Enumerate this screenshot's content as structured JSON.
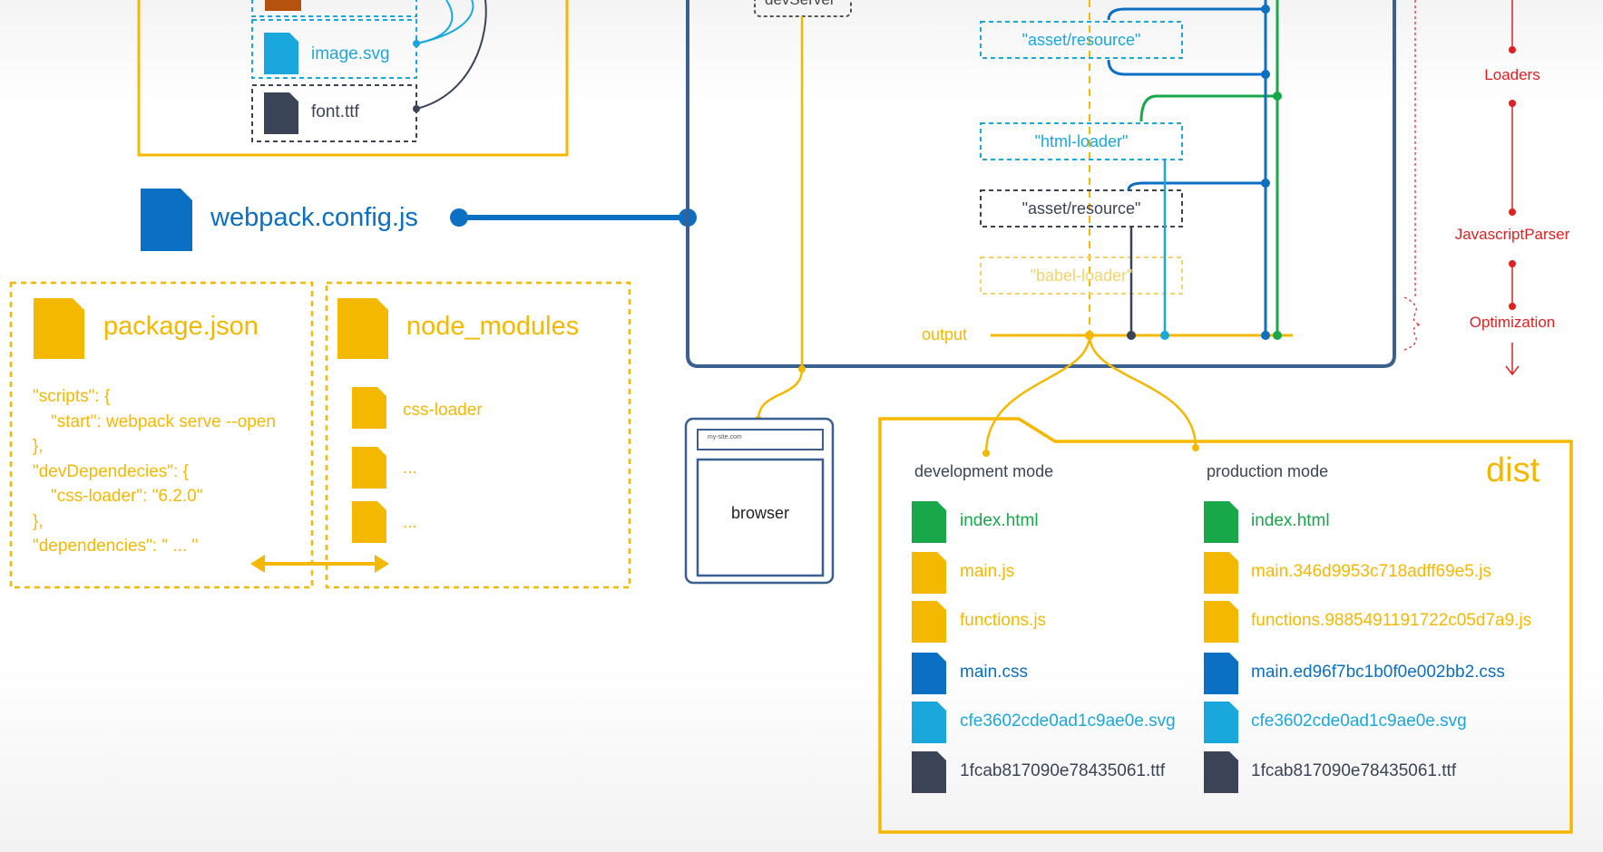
{
  "assets_panel": {
    "image_file": "image.svg",
    "font_file": "font.ttf"
  },
  "config": {
    "filename": "webpack.config.js"
  },
  "package": {
    "filename": "package.json",
    "lines": [
      "\"scripts\": {",
      "\"start\": webpack serve --open",
      "},",
      "\"devDependecies\": {",
      "\"css-loader\": \"6.2.0\"",
      "},",
      "\"dependencies\": \" ... \""
    ]
  },
  "node_modules": {
    "title": "node_modules",
    "items": [
      "css-loader",
      "...",
      "..."
    ]
  },
  "webpack_box": {
    "dev_server": "devServer",
    "loaders": [
      "\"asset/resource\"",
      "\"html-loader\"",
      "\"asset/resource\"",
      "\"babel-loader\""
    ],
    "output_label": "output"
  },
  "pipeline": {
    "steps": [
      "Loaders",
      "JavascriptParser",
      "Optimization"
    ]
  },
  "browser": {
    "address": "my-site.com",
    "label": "browser"
  },
  "dist": {
    "title": "dist",
    "dev_heading": "development mode",
    "prod_heading": "production mode",
    "dev_files": [
      "index.html",
      "main.js",
      "functions.js",
      "main.css",
      "cfe3602cde0ad1c9ae0e.svg",
      "1fcab817090e78435061.ttf"
    ],
    "prod_files": [
      "index.html",
      "main.346d9953c718adff69e5.js",
      "functions.9885491191722c05d7a9.js",
      "main.ed96f7bc1b0f0e002bb2.css",
      "cfe3602cde0ad1c9ae0e.svg",
      "1fcab817090e78435061.ttf"
    ]
  },
  "colors": {
    "yellow": "#f5b800",
    "blue": "#0b6fc4",
    "dark_blue": "#3b5f8f",
    "green": "#18a84a",
    "light_blue": "#1aa8dc",
    "dark": "#3b4456",
    "red": "#e02020",
    "brown": "#b5520e"
  }
}
